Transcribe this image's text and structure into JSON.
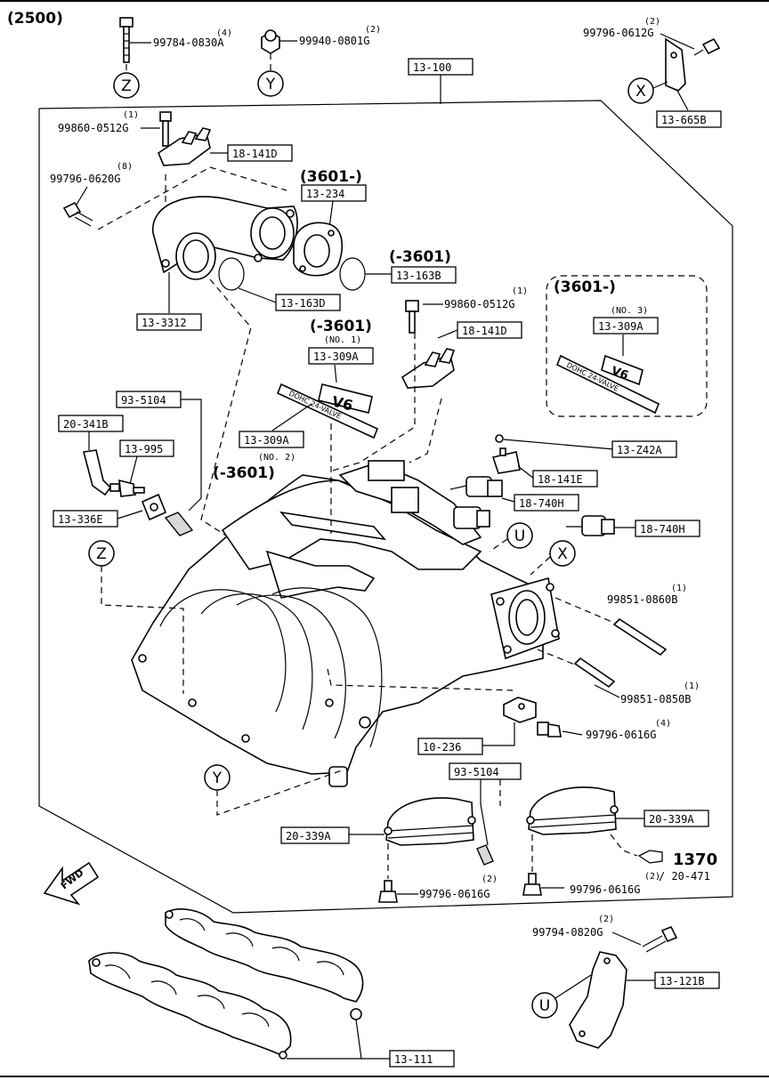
{
  "header": {
    "variant": "(2500)"
  },
  "refs": {
    "main_assembly": "13-100",
    "bracket_13_665b": "13-665B",
    "bracket_18_141d_top": "18-141D",
    "bracket_18_141d_mid": "18-141D",
    "prefix_3601_plus_a": "(3601-)",
    "gasket_13_234": "13-234",
    "prefix_3601_minus_a": "(-3601)",
    "oring_13_163b": "13-163B",
    "oring_13_163d": "13-163D",
    "pipe_13_3312": "13-3312",
    "prefix_3601_minus_b": "(-3601)",
    "no1": "(NO. 1)",
    "emblem_13_309a_no1": "13-309A",
    "prefix_3601_plus_b": "(3601-)",
    "no3": "(NO. 3)",
    "emblem_13_309a_no3": "13-309A",
    "hose_93_5104_left": "93-5104",
    "hose_20_341b": "20-341B",
    "valve_13_995": "13-995",
    "emblem_13_309a_no2": "13-309A",
    "no2": "(NO. 2)",
    "prefix_3601_minus_c": "(-3601)",
    "spacer_13_336e": "13-336E",
    "clip_13_z42a": "13-Z42A",
    "bracket_18_141e": "18-141E",
    "solenoid_18_740h_a": "18-740H",
    "solenoid_18_740h_b": "18-740H",
    "bracket_10_236": "10-236",
    "hose_93_5104_right": "93-5104",
    "actuator_20_339a_left": "20-339A",
    "actuator_20_339a_right": "20-339A",
    "gasket_13_111": "13-111",
    "bracket_13_121b": "13-121B"
  },
  "fasteners": {
    "f1_code": "99784-0830A",
    "f1_qty": "(4)",
    "f2_code": "99940-0801G",
    "f2_qty": "(2)",
    "f3_code": "99796-0612G",
    "f3_qty": "(2)",
    "f4_code": "99860-0512G",
    "f4_qty": "(1)",
    "f5_code": "99796-0620G",
    "f5_qty": "(8)",
    "f6_code": "99860-0512G",
    "f6_qty": "(1)",
    "f7_code": "99851-0860B",
    "f7_qty": "(1)",
    "f8_code": "99851-0850B",
    "f8_qty": "(1)",
    "f9_code": "99796-0616G",
    "f9_qty": "(4)",
    "f10_code": "99796-0616G",
    "f10_qty": "(2)",
    "f11_code": "99796-0616G",
    "f12_code": "99794-0820G",
    "f12_qty": "(2)"
  },
  "callouts": {
    "Z1": "Z",
    "Y1": "Y",
    "X1": "X",
    "Z2": "Z",
    "U1": "U",
    "X2": "X",
    "Y2": "Y",
    "U2": "U"
  },
  "group_ref": {
    "number": "1370",
    "qty": "(2)",
    "sub": "/ 20-471"
  },
  "fwd_label": "FWD",
  "emblem_text": {
    "big": "V6",
    "small": "DOHC 24-VALVE"
  }
}
